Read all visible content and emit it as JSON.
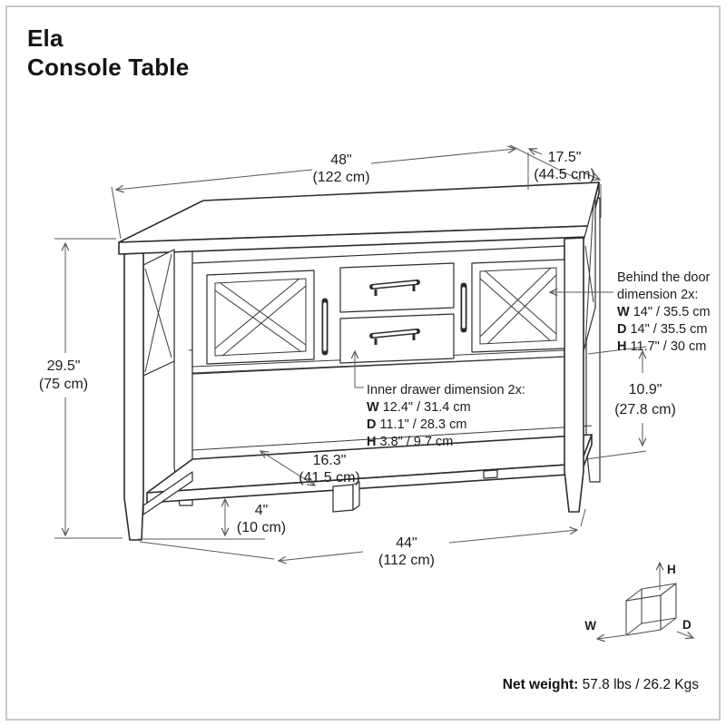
{
  "title": {
    "line1": "Ela",
    "line2": "Console Table"
  },
  "dims": {
    "width": {
      "in": "48\"",
      "cm": "(122 cm)"
    },
    "depth": {
      "in": "17.5\"",
      "cm": "(44.5 cm)"
    },
    "height": {
      "in": "29.5\"",
      "cm": "(75 cm)"
    },
    "opening": {
      "in": "10.9\"",
      "cm": "(27.8 cm)"
    },
    "shelf_depth": {
      "in": "16.3\"",
      "cm": "(41.5 cm)"
    },
    "shelf_height": {
      "in": "4\"",
      "cm": "(10 cm)"
    },
    "leg_span": {
      "in": "44\"",
      "cm": "(112 cm)"
    }
  },
  "behind_door": {
    "line1": "Behind the door",
    "line2": "dimension 2x:",
    "rows": [
      {
        "k": "W",
        "v": "14\" / 35.5 cm"
      },
      {
        "k": "D",
        "v": "14\" / 35.5 cm"
      },
      {
        "k": "H",
        "v": "11.7\" / 30 cm"
      }
    ]
  },
  "inner_drawer": {
    "line1": "Inner drawer dimension 2x:",
    "rows": [
      {
        "k": "W",
        "v": "12.4\" / 31.4 cm"
      },
      {
        "k": "D",
        "v": "11.1\" / 28.3 cm"
      },
      {
        "k": "H",
        "v": "3.8\" / 9.7 cm"
      }
    ]
  },
  "net_weight": {
    "label": "Net weight:",
    "value": " 57.8 lbs / 26.2 Kgs"
  },
  "axis_cube": {
    "h": "H",
    "w": "W",
    "d": "D"
  },
  "colors": {
    "line": "#2d2d2f",
    "dimension": "#58595b",
    "text": "#1c1c1e",
    "border": "#c9c9c9"
  }
}
